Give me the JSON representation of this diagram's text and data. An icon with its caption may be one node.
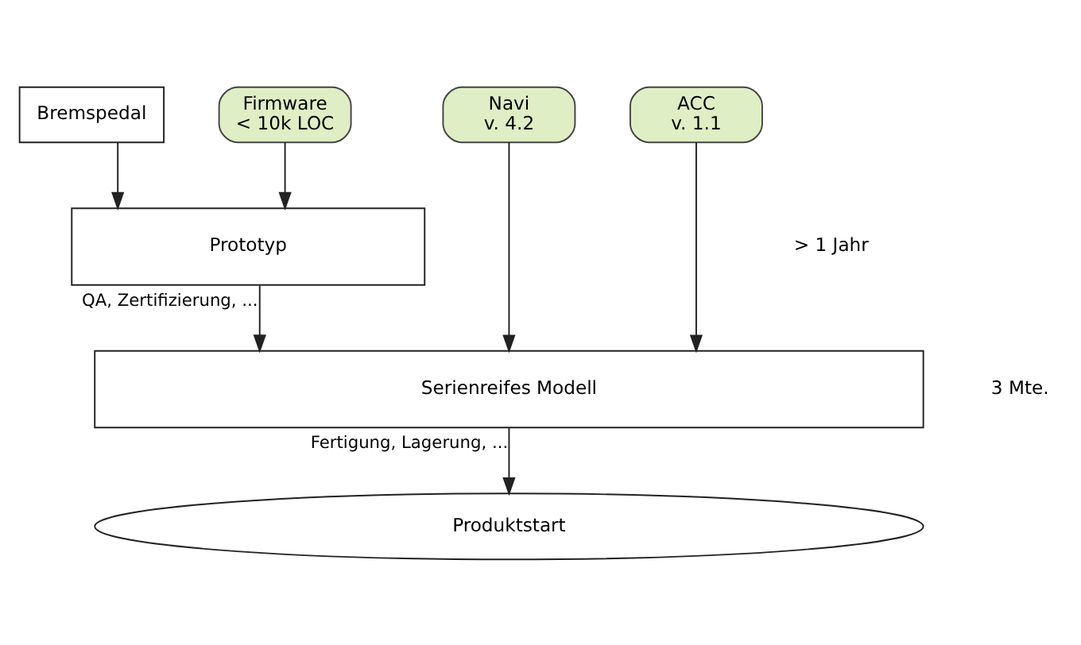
{
  "diagram": {
    "nodes": [
      {
        "text": [
          "Bremspedal"
        ]
      },
      {
        "text": [
          "Firmware",
          "< 10k LOC"
        ]
      },
      {
        "text": [
          "Navi",
          "v. 4.2"
        ]
      },
      {
        "text": [
          "ACC",
          "v. 1.1"
        ]
      },
      {
        "text": [
          "Prototyp"
        ]
      },
      {
        "text": [
          "Serienreifes Modell"
        ]
      },
      {
        "text": [
          "Produktstart"
        ]
      }
    ],
    "edges": [
      {
        "from": 0,
        "to": 4,
        "arrow": "to"
      },
      {
        "from": 1,
        "to": 4,
        "arrow": "to"
      },
      {
        "from": 4,
        "to": 5,
        "label": "QA, Zertifizierung, ...",
        "arrow": "to"
      },
      {
        "from": 2,
        "to": 5,
        "arrow": "to"
      },
      {
        "from": 3,
        "to": 5,
        "arrow": "to"
      },
      {
        "from": 5,
        "to": 6,
        "label": "Fertigung, Lagerung, ...",
        "arrow": "to"
      }
    ],
    "labels": [
      "> 1 Jahr",
      "3 Mte."
    ]
  }
}
